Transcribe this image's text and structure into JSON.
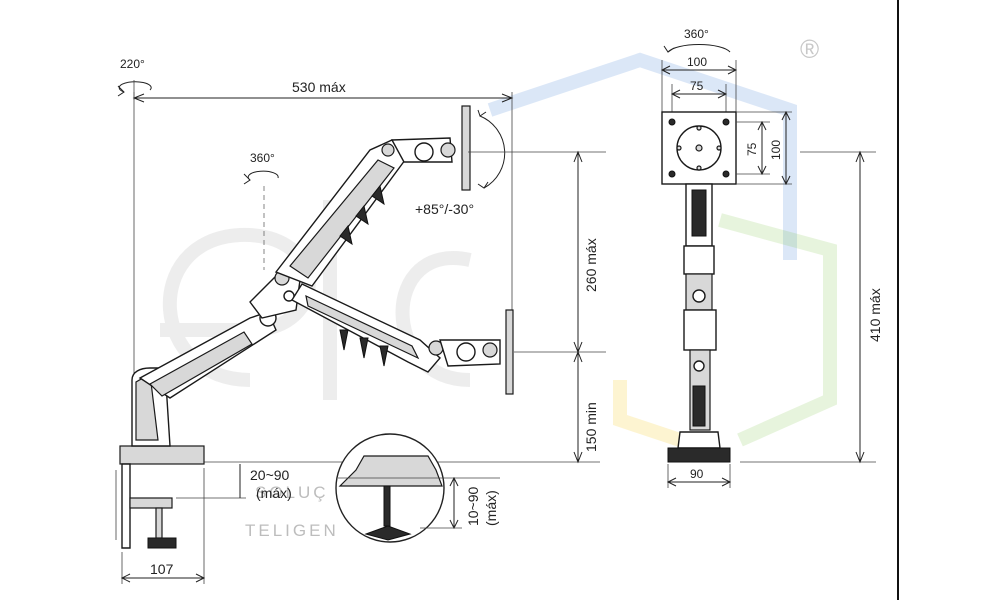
{
  "labels": {
    "rotation_base": "220°",
    "reach": "530 máx",
    "rotation_mid": "360°",
    "tilt": "+85°/-30°",
    "height_range": "260 máx",
    "min_height": "150 min",
    "desk_thickness": "20~90",
    "desk_thickness_note": "(máx)",
    "grommet_thickness": "10~90",
    "grommet_thickness_note": "(máx)",
    "clamp_depth": "107",
    "rotation_vesa": "360°",
    "vesa_outer": "100",
    "vesa_inner": "75",
    "vesa_inner_side": "75",
    "vesa_outer_side": "100",
    "total_height": "410 máx",
    "base_width": "90",
    "registered": "®",
    "watermark_line1": "SOLUÇ",
    "watermark_line2": "TELIGEN"
  },
  "colors": {
    "line": "#222222",
    "part_fill": "#ffffff",
    "part_shade": "#d8d8d8",
    "dark": "#2a2a2a",
    "watermark_gray": "#9a9a9a",
    "watermark_blue": "#3a7bd5",
    "watermark_green": "#7cc242",
    "watermark_yellow": "#f2c200"
  }
}
